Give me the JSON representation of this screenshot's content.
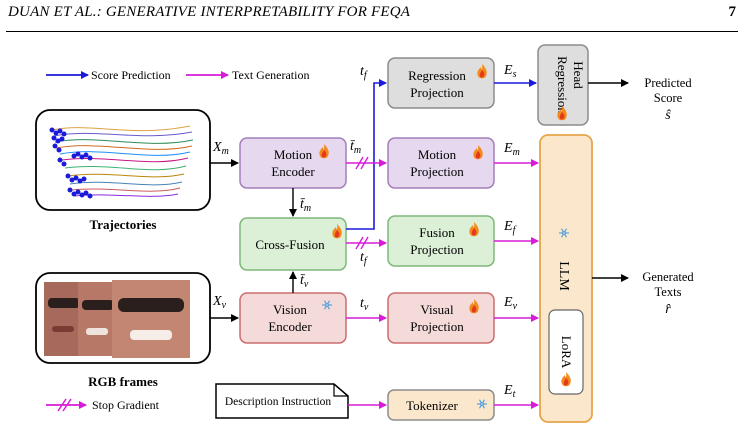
{
  "header": {
    "running_title": "DUAN ET AL.:  GENERATIVE INTERPRETABILITY FOR FEQA",
    "page_number": "7"
  },
  "colors": {
    "score_arrow": "#1a1adb",
    "text_arrow": "#d81bd8",
    "motion_fill": "#e6d8ef",
    "motion_stroke": "#a37fba",
    "fusion_fill": "#dcefd7",
    "fusion_stroke": "#7fb87a",
    "vision_fill": "#f5dada",
    "vision_stroke": "#cc6d6d",
    "regression_fill": "#dedede",
    "regression_stroke": "#8c8c8c",
    "llm_fill": "#fbe8cc",
    "llm_stroke": "#e7a54b"
  },
  "legend": {
    "score_prediction": "Score Prediction",
    "text_generation": "Text Generation",
    "stop_gradient": "Stop Gradient"
  },
  "inputs": {
    "trajectories": "Trajectories",
    "rgb_frames": "RGB frames",
    "description_instruction": "Description Instruction"
  },
  "modules": {
    "motion_encoder": [
      "Motion",
      "Encoder"
    ],
    "cross_fusion": "Cross-Fusion",
    "vision_encoder": [
      "Vision",
      "Encoder"
    ],
    "regression_projection": [
      "Regression",
      "Projection"
    ],
    "motion_projection": [
      "Motion",
      "Projection"
    ],
    "fusion_projection": [
      "Fusion",
      "Projection"
    ],
    "visual_projection": [
      "Visual",
      "Projection"
    ],
    "tokenizer": "Tokenizer",
    "regression_head": [
      "Regression",
      "Head"
    ],
    "llm": "LLM",
    "lora": "LoRA"
  },
  "symbols": {
    "x_m": "X",
    "x_m_sub": "m",
    "x_v": "X",
    "x_v_sub": "v",
    "t_f": "t",
    "t_f_sub": "f",
    "t_m_bar": "t̄",
    "t_m_sub": "m",
    "t_v_bar": "t̄",
    "t_v_sub": "v",
    "t_v": "t",
    "t_v2_sub": "v",
    "e_s": "E",
    "e_s_sub": "s",
    "e_m": "E",
    "e_m_sub": "m",
    "e_f": "E",
    "e_f_sub": "f",
    "e_v": "E",
    "e_v_sub": "v",
    "e_t": "E",
    "e_t_sub": "t"
  },
  "outputs": {
    "predicted_score": [
      "Predicted",
      "Score"
    ],
    "score_symbol": "ŝ",
    "generated_texts": [
      "Generated",
      "Texts"
    ],
    "text_symbol": "r̂"
  }
}
